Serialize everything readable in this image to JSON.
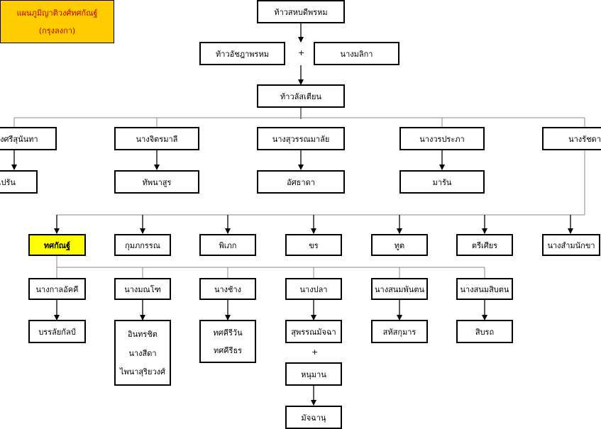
{
  "title": {
    "line1": "แผนภูมิญาติวงศ์ทศกัณฐ์",
    "line2": "(กรุงลงกา)"
  },
  "colors": {
    "highlight": "#ffff00",
    "title_bg": "#ffcc00",
    "title_text": "#c00000"
  },
  "connector_plus": "+",
  "generation_1": {
    "ancestor": "ท้าวสหบดีพรหม",
    "husband": "ท้าวอัชฎาพรหม",
    "wife": "นางมลิกา"
  },
  "generation_2": {
    "king": "ท้าวลัสเตียน"
  },
  "wives": [
    {
      "name": "นางศรีสุนันทา",
      "child": "กุเปรัน"
    },
    {
      "name": "นางจิตรมาลี",
      "child": "ทัพนาสูร"
    },
    {
      "name": "นางสุวรรณมาลัย",
      "child": "อัศธาดา"
    },
    {
      "name": "นางวรประภา",
      "child": "มารัน"
    },
    {
      "name": "นางรัชดา"
    }
  ],
  "children_of_rachada": [
    "ทศกัณฐ์",
    "กุมภกรรณ",
    "พิเภก",
    "ขร",
    "ทูต",
    "ตรีเศียร",
    "นางสำมนักขา"
  ],
  "consorts_of_thotsakan": [
    {
      "name": "นางกาลอัคคี",
      "children": [
        "บรรลัยกัลป์"
      ]
    },
    {
      "name": "นางมณโฑ",
      "children": [
        "อินทรชิต",
        "นางสีดา",
        "ไพนาสุริยวงศ์"
      ]
    },
    {
      "name": "นางช้าง",
      "children": [
        "ทศคีรีวัน",
        "ทศคีรีธร"
      ]
    },
    {
      "name": "นางปลา",
      "children": [
        "สุพรรณมัจฉา"
      ]
    },
    {
      "name": "นางสนมพันตน",
      "children": [
        "สหัสกุมาร"
      ]
    },
    {
      "name": "นางสนมสิบตน",
      "children": [
        "สิบรถ"
      ]
    }
  ],
  "suphanmatcha_line": {
    "partner": "หนุมาน",
    "child": "มัจฉานุ"
  }
}
